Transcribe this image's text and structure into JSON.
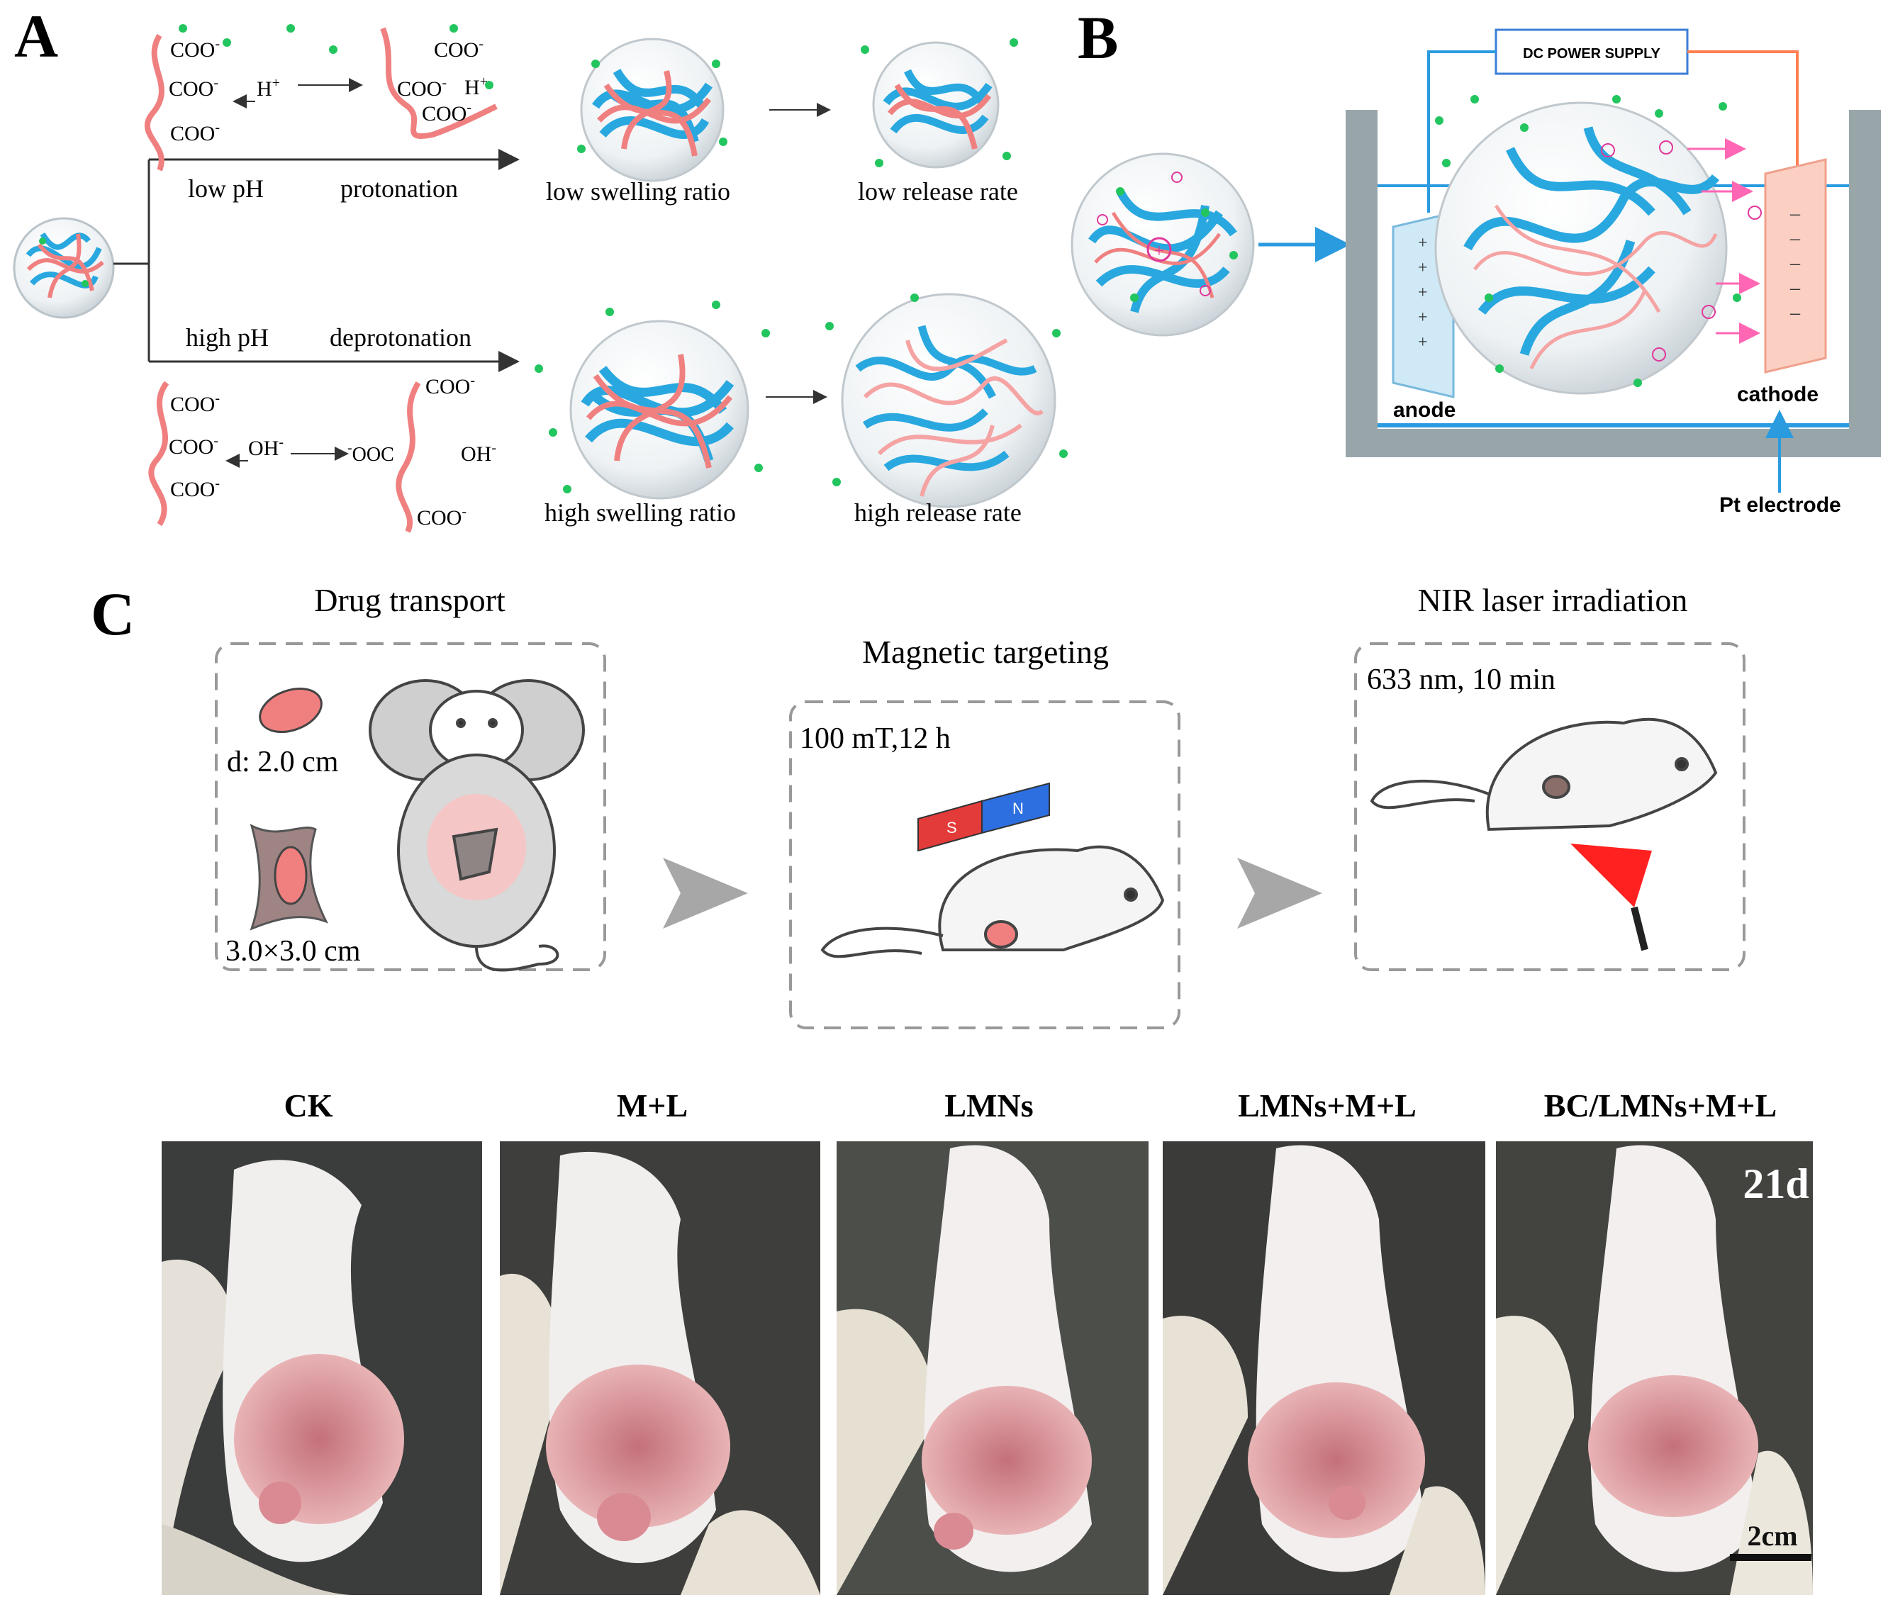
{
  "panelA": {
    "letter": "A",
    "low_ph": "low pH",
    "protonation": "protonation",
    "high_ph": "high pH",
    "deprotonation": "deprotonation",
    "low_swelling": "low swelling ratio",
    "low_release": "low release rate",
    "high_swelling": "high swelling ratio",
    "high_release": "high release rate",
    "coo": "COO",
    "superscript_minus": "-",
    "h_plus": "H",
    "plus": "+",
    "oh": "OH",
    "ooc": "OOC"
  },
  "panelB": {
    "letter": "B",
    "power_supply": "DC POWER SUPPLY",
    "anode": "anode",
    "cathode": "cathode",
    "pt_electrode": "Pt electrode"
  },
  "panelC": {
    "letter": "C",
    "drug_transport": "Drug transport",
    "magnetic_targeting": "Magnetic targeting",
    "nir": "NIR laser irradiation",
    "diameter": "d: 2.0 cm",
    "size": "3.0×3.0 cm",
    "field": "100 mT,12 h",
    "laser": "633 nm, 10 min",
    "magnet_s": "S",
    "magnet_n": "N"
  },
  "photos": {
    "labels": [
      "CK",
      "M+L",
      "LMNs",
      "LMNs+M+L",
      "BC/LMNs+M+L"
    ],
    "day": "21d",
    "scale": "2cm"
  },
  "colors": {
    "pink_chain": "#f08080",
    "blue_chain": "#29a8e0",
    "green_dot": "#22c55e",
    "cation": "#e0389a",
    "arrow_blue": "#2b9be0",
    "arrow_pink": "#ff66b3",
    "tank": "#98a6aa"
  }
}
